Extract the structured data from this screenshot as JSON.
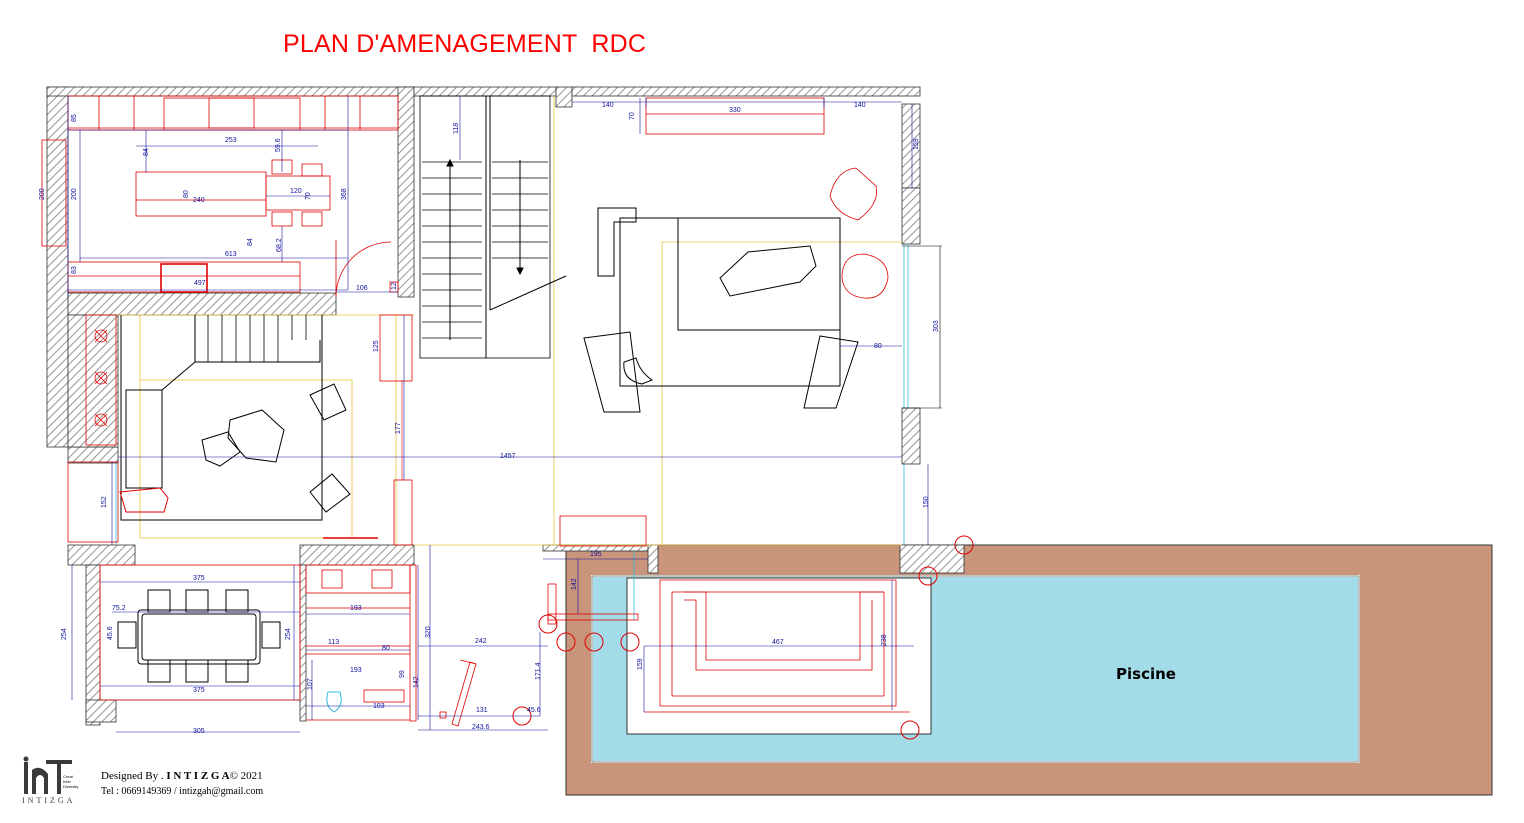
{
  "title": "PLAN D'AMENAGEMENT  RDC",
  "pool_label": "Piscine",
  "credits": {
    "designed_prefix": "Designed By . ",
    "designer": "I N T I Z G A",
    "copyright": "© 2021",
    "contact": "Tel : 0669149369 / intizgah@gmail.com"
  },
  "logo": {
    "mark": "inT",
    "tagline_1": "Creat",
    "tagline_2": "Intel",
    "tagline_3": "Diversity",
    "brand": "INTIZGA"
  },
  "dimensions": {
    "d85": "85",
    "d84a": "84",
    "d253": "253",
    "d59_6": "59.6",
    "d200a": "200",
    "d200b": "200",
    "d80a": "80",
    "d240": "240",
    "d120": "120",
    "d70a": "70",
    "d368": "368",
    "d613": "613",
    "d84b": "84",
    "d68_2": "68.2",
    "d83": "83",
    "d497": "497",
    "d106": "106",
    "d12": "12",
    "d118": "118",
    "d140a": "140",
    "d330": "330",
    "d140b": "140",
    "d70b": "70",
    "d159a": "159",
    "d303": "303",
    "d80b": "80",
    "d125": "125",
    "d177": "177",
    "d1457": "1457",
    "d152": "152",
    "d150": "150",
    "d195": "195",
    "d142a": "142",
    "d375a": "375",
    "d75_2": "75.2",
    "d45_6": "45.6",
    "d254a": "254",
    "d254b": "254",
    "d375b": "375",
    "d305": "305",
    "d193a": "193",
    "d113": "113",
    "d80c": "80",
    "d193b": "193",
    "d99": "99",
    "d107": "107",
    "d103": "103",
    "d142b": "142",
    "d320": "320",
    "d242": "242",
    "d171_4": "171.4",
    "d131": "131",
    "d45_6b": "45.6",
    "d243_6": "243.6",
    "d467": "467",
    "d159b": "159",
    "d238": "238"
  },
  "colors": {
    "wall_hatch": "#7a7a7a",
    "dimension": "#1010a0",
    "furniture": "#e00000",
    "pool_water": "#a3dbe8",
    "pool_deck": "#c8947a",
    "axis": "#e8c040",
    "glass": "#33bbdd",
    "title": "#ff0000"
  }
}
